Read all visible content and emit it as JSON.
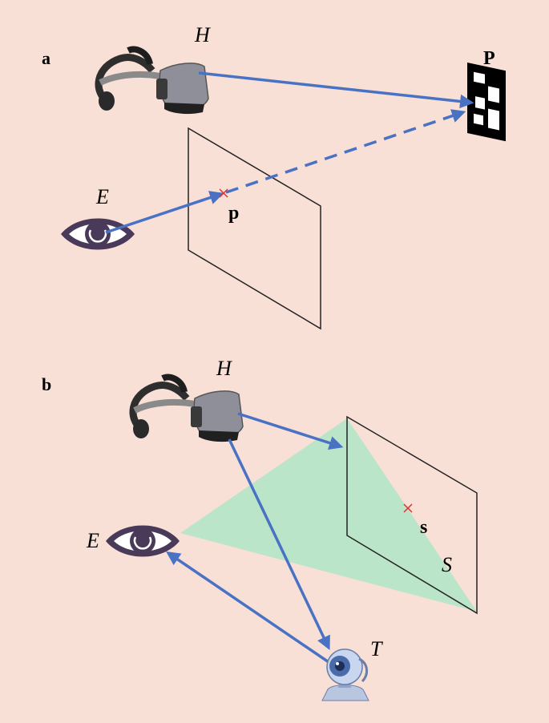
{
  "panel_a": {
    "label": "a",
    "headset_label": "H",
    "marker_label": "P",
    "eye_label": "E",
    "point_label": "p"
  },
  "panel_b": {
    "label": "b",
    "headset_label": "H",
    "eye_label": "E",
    "screen_point_label": "s",
    "screen_label": "S",
    "tracker_label": "T"
  },
  "colors": {
    "background": "#f9e0d6",
    "arrow": "#4a72c4",
    "frustum": "#b2e6c6",
    "cross": "#e03030",
    "eye": "#4a3a5a"
  }
}
